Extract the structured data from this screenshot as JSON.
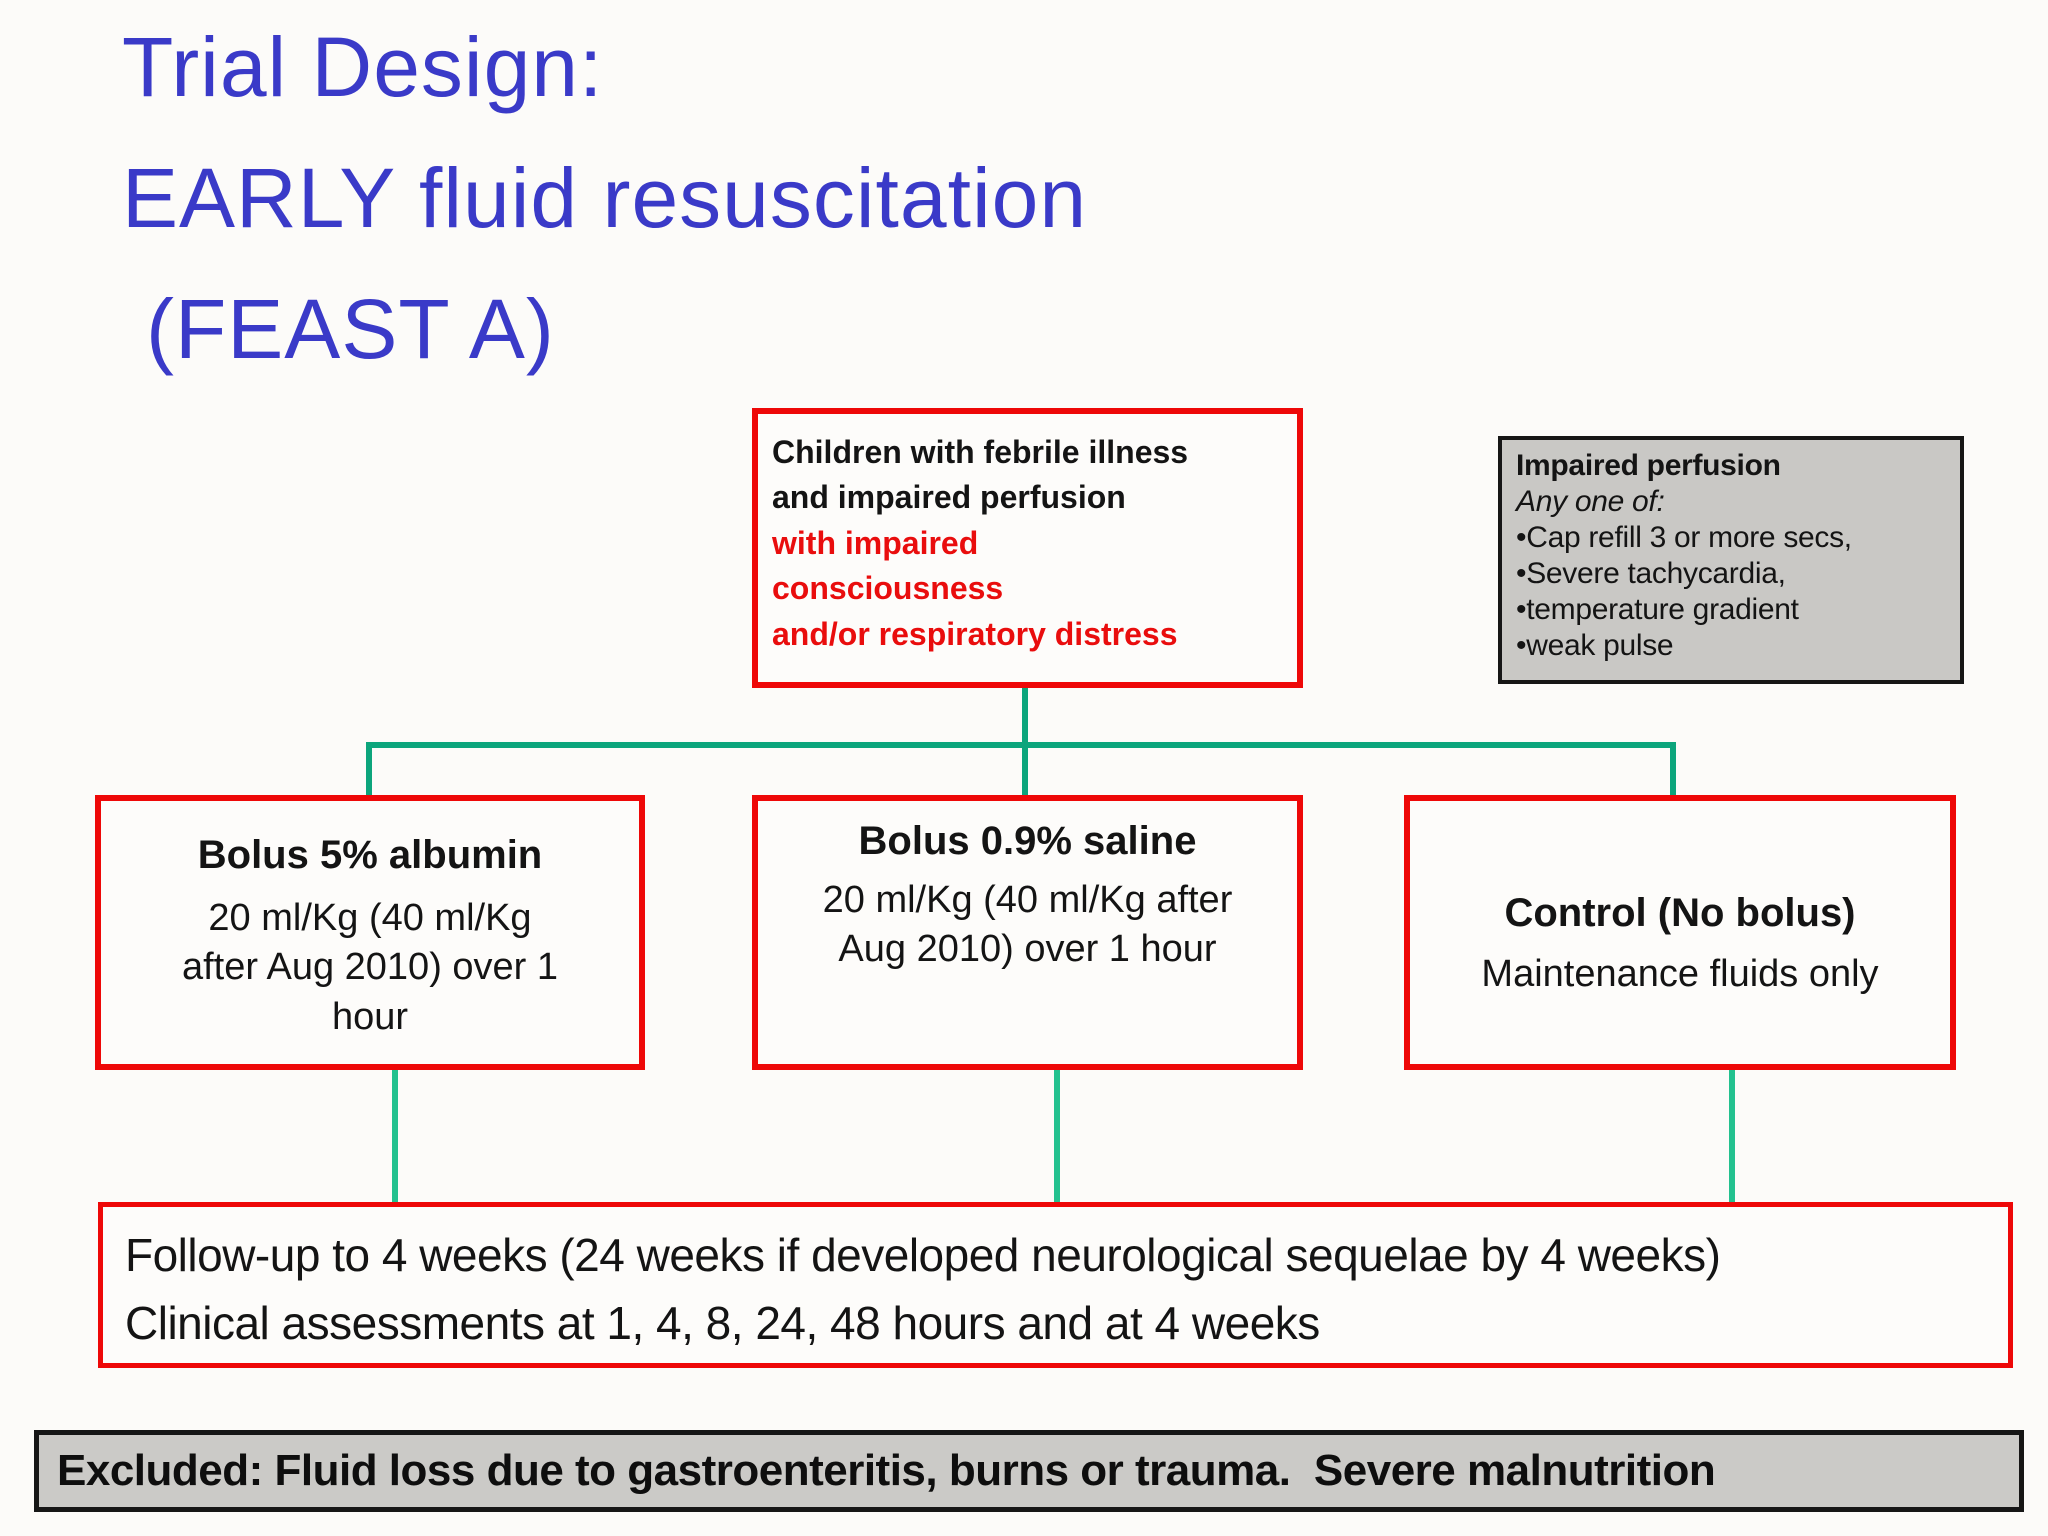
{
  "title": {
    "lines": [
      "Trial Design:",
      "EARLY fluid resuscitation",
      "(FEAST A)"
    ]
  },
  "eligibility_box": {
    "criteria_black": "Children with febrile illness\nand impaired perfusion",
    "criteria_red": "with impaired\nconsciousness\nand/or respiratory distress"
  },
  "impaired_perfusion_box": {
    "title": "Impaired perfusion",
    "subtitle": "Any one of:",
    "bullets": [
      "•Cap refill 3 or more secs,",
      "•Severe tachycardia,",
      "•temperature gradient",
      "•weak pulse"
    ]
  },
  "arms": [
    {
      "title": "Bolus 5% albumin",
      "body": "20 ml/Kg (40 ml/Kg\nafter Aug 2010) over 1\nhour"
    },
    {
      "title": "Bolus 0.9% saline",
      "body": "20 ml/Kg (40 ml/Kg after\nAug 2010) over 1 hour"
    },
    {
      "title": "Control (No bolus)",
      "body": "Maintenance fluids only"
    }
  ],
  "followup_box": {
    "line1": "Follow-up to 4 weeks (24 weeks if developed neurological sequelae by 4 weeks)",
    "line2": "Clinical assessments at 1, 4, 8, 24, 48 hours and at 4 weeks"
  },
  "excluded_bar": {
    "text": "Excluded: Fluid loss due to gastroenteritis, burns or trauma.  Severe malnutrition"
  },
  "colors": {
    "title_blue": "#3a3ac8",
    "box_border_red": "#ee0808",
    "emphasis_text_red": "#e90d0d",
    "connector_teal": "#0ca57c",
    "connector_green": "#23c18f",
    "gray_fill": "#c9c8c5",
    "border_black": "#161616"
  }
}
